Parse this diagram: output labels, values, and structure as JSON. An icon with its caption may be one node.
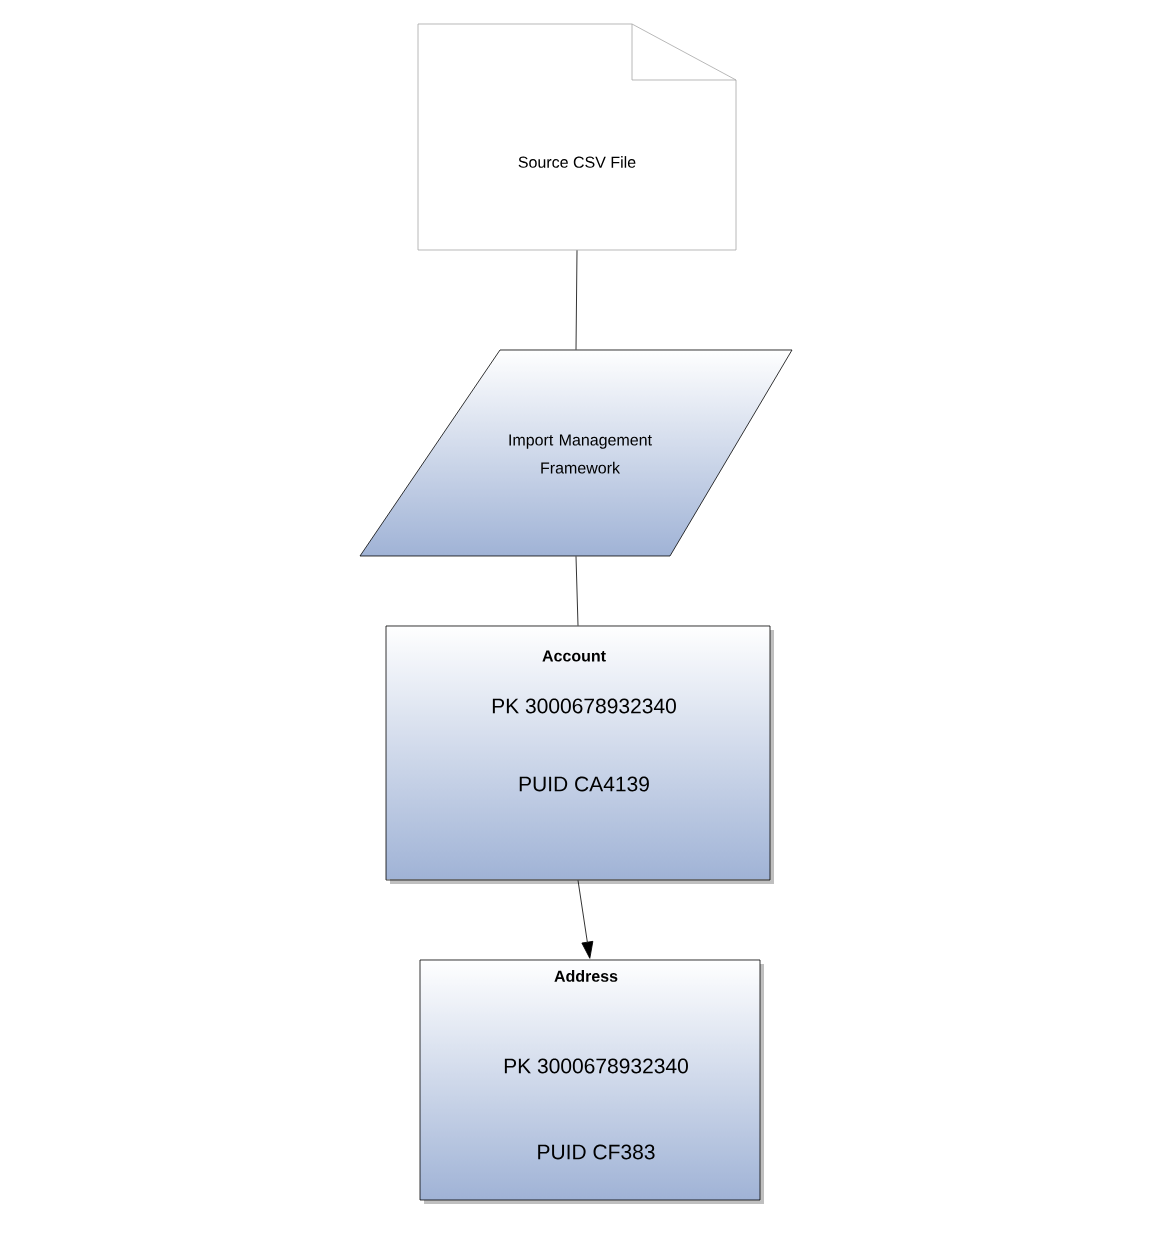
{
  "diagram": {
    "nodes": [
      {
        "text": [
          "Source CSV File"
        ]
      },
      {
        "text": [
          "Import Management Framework"
        ]
      },
      {
        "text": [
          "Account",
          "PK 3000678932340",
          "PUID CA4139"
        ]
      },
      {
        "text": [
          "Address",
          "PK 3000678932340",
          "PUID CF383"
        ]
      }
    ],
    "edges": [
      {
        "from": 0,
        "to": 1,
        "arrow": "none"
      },
      {
        "from": 1,
        "to": 2,
        "arrow": "none"
      },
      {
        "from": 2,
        "to": 3,
        "arrow": "to"
      }
    ]
  }
}
